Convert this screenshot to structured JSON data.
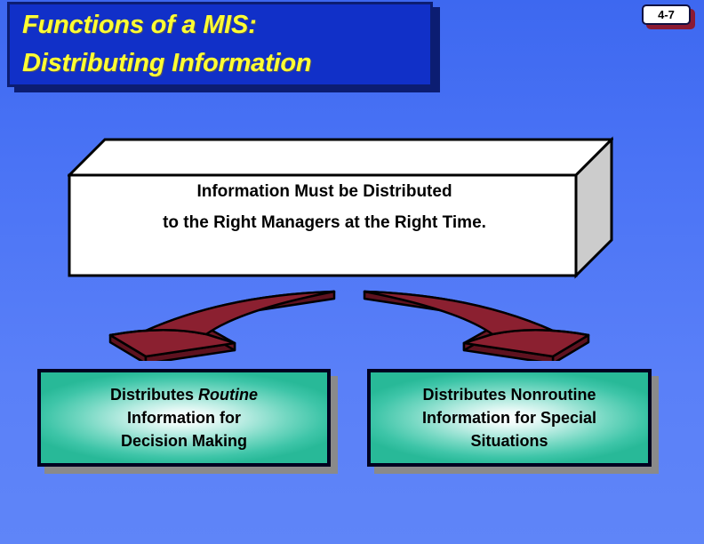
{
  "slide": {
    "number_badge": "4-7",
    "background_color": "#4f79f5"
  },
  "title": {
    "line1": "Functions of a MIS:",
    "line2": "Distributing Information",
    "text_color": "#ffff33",
    "box_color": "#1130c8"
  },
  "center_box": {
    "line1": "Information Must be Distributed",
    "line2": "to the Right Managers at the Right Time.",
    "face_color": "#ffffff",
    "side_color": "#cccccc"
  },
  "arrows": {
    "left": {
      "name": "curved-arrow-down-left",
      "color": "#8b2030"
    },
    "right": {
      "name": "curved-arrow-down-right",
      "color": "#8b2030"
    }
  },
  "outcome_boxes": [
    {
      "id": "routine",
      "line1_pre": "Distributes ",
      "line1_italic": "Routine",
      "line2": "Information for",
      "line3": "Decision Making",
      "fill_center": "#ffffff",
      "fill_edge": "#28b998"
    },
    {
      "id": "nonroutine",
      "line1": "Distributes Nonroutine",
      "line2": "Information for Special",
      "line3": "Situations",
      "fill_center": "#ffffff",
      "fill_edge": "#28b998"
    }
  ]
}
